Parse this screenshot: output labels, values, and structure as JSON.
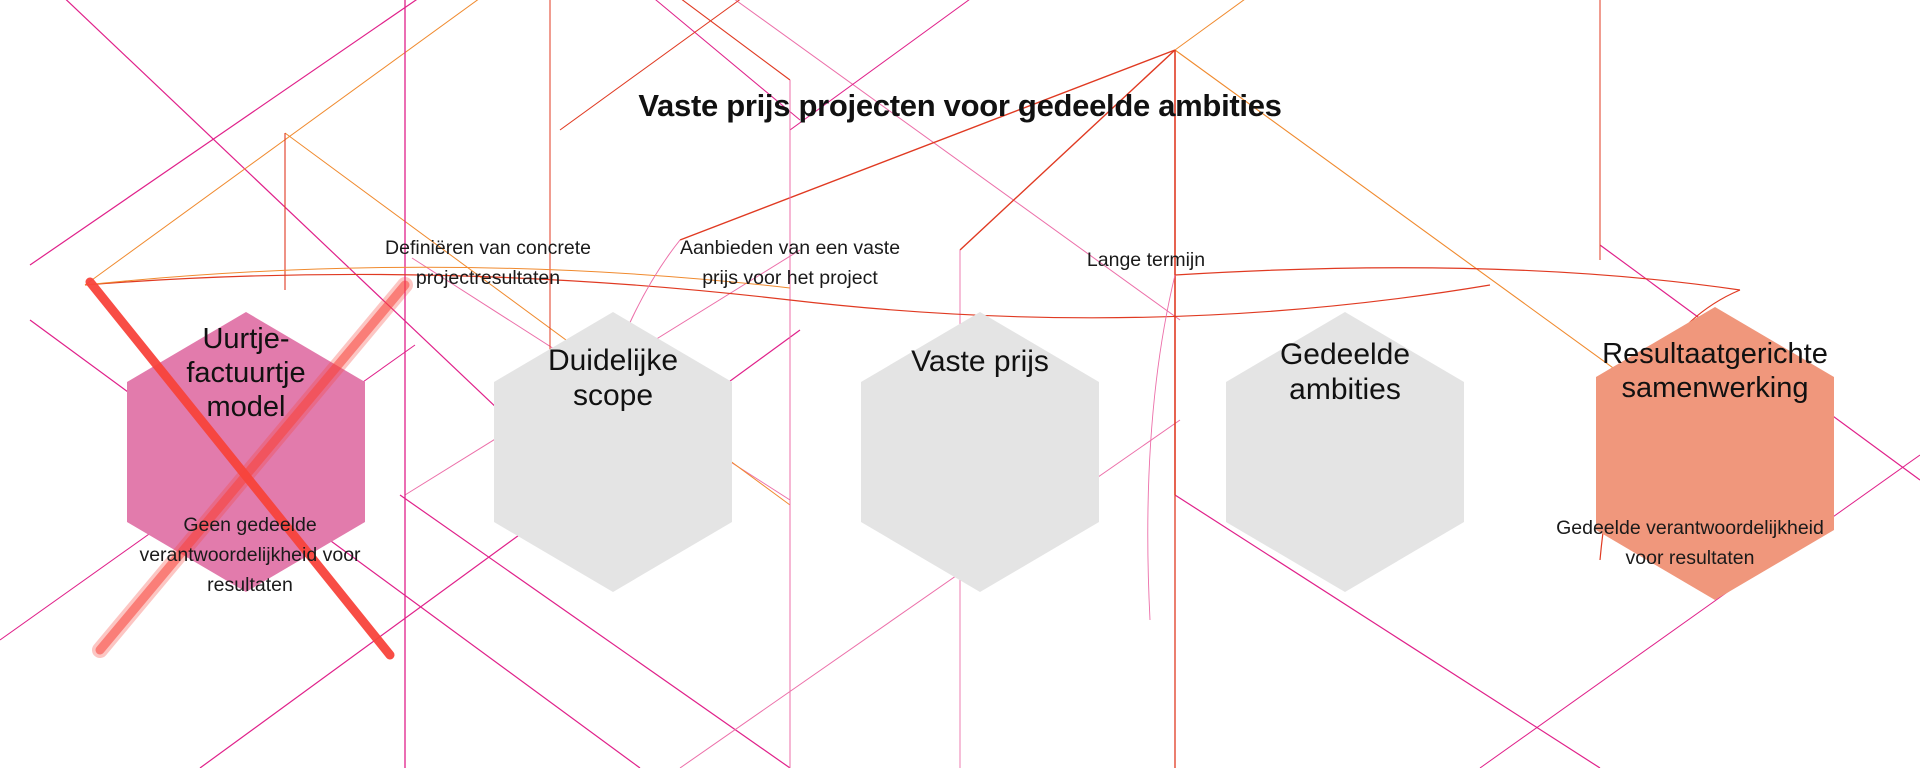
{
  "title": "Vaste prijs projecten voor gedeelde ambities",
  "colors": {
    "hex_grey": "#E4E4E4",
    "hex_pink": "#E27BAC",
    "hex_salmon": "#F0977C",
    "lattice_magenta": "#E0218A",
    "lattice_pink_light": "#EC6FA9",
    "lattice_orange": "#F08A2E",
    "lattice_red": "#E03A22",
    "cross_red": "#F8443C",
    "text": "#111111",
    "background": "#FFFFFF"
  },
  "connector_labels": [
    {
      "text": "Definiëren van concrete\nprojectresultaten"
    },
    {
      "text": "Aanbieden van een vaste\nprijs voor het project"
    },
    {
      "text": "Lange termijn"
    }
  ],
  "nodes": [
    {
      "label": "Uurtje-\nfactuurtje\nmodel",
      "fill": "#E27BAC",
      "crossed_out": true,
      "size": "med"
    },
    {
      "label": "Duidelijke\nscope",
      "fill": "#E4E4E4",
      "crossed_out": false,
      "size": "big"
    },
    {
      "label": "Vaste prijs",
      "fill": "#E4E4E4",
      "crossed_out": false,
      "size": "big"
    },
    {
      "label": "Gedeelde\nambities",
      "fill": "#E4E4E4",
      "crossed_out": false,
      "size": "big"
    },
    {
      "label": "Resultaatgerichte\nsamenwerking",
      "fill": "#F0977C",
      "crossed_out": false,
      "size": "med"
    }
  ],
  "captions": [
    {
      "text": "Geen gedeelde\nverantwoordelijkheid voor\nresultaten"
    },
    {
      "text": "Gedeelde verantwoordelijkheid\nvoor resultaten"
    }
  ]
}
